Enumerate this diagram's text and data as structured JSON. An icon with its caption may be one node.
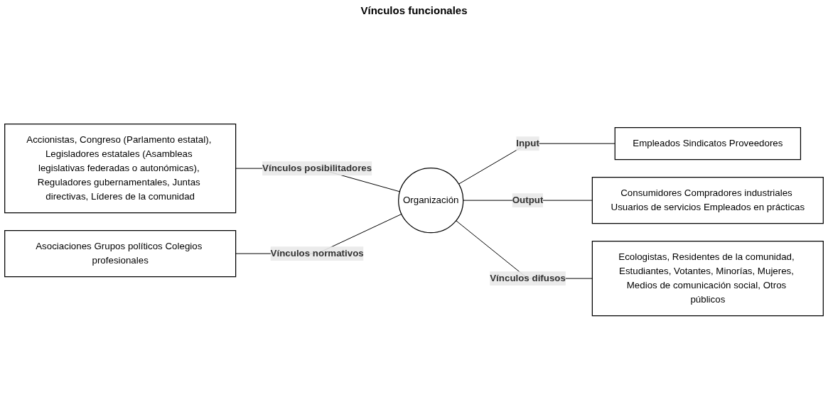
{
  "diagram": {
    "nodes": [
      {
        "text": [
          "Accionistas, Congreso (Parlamento estatal), Legisladores estatales (Asambleas legislativas federadas o autonómicas), Reguladores gubernamentales, Juntas directivas, Líderes de la comunidad"
        ]
      },
      {
        "text": [
          "Empleados Sindicatos Proveedores"
        ]
      },
      {
        "text": [
          "Asociaciones Grupos políticos Colegios profesionales"
        ]
      },
      {
        "text": [
          "Organización"
        ]
      },
      {
        "text": [
          "Consumidores Compradores industriales Usuarios de servicios Empleados en prácticas"
        ]
      },
      {
        "text": [
          "Ecologistas, Residentes de la comunidad, Estudiantes, Votantes, Minorías, Mujeres, Medios de comunicación social, Otros públicos"
        ]
      }
    ],
    "edges": [
      {
        "from": 0,
        "to": 3,
        "arrow": "none",
        "label": "Vínculos posibilitadores"
      },
      {
        "from": 2,
        "to": 3,
        "arrow": "none",
        "label": "Vínculos normativos"
      },
      {
        "from": 3,
        "to": 1,
        "arrow": "none",
        "label": "Input"
      },
      {
        "from": 3,
        "to": 4,
        "arrow": "none",
        "label": "Output"
      },
      {
        "from": 3,
        "to": 5,
        "arrow": "none",
        "label": "Vínculos difusos"
      }
    ],
    "labels": [
      "Vínculos funcionales"
    ]
  }
}
